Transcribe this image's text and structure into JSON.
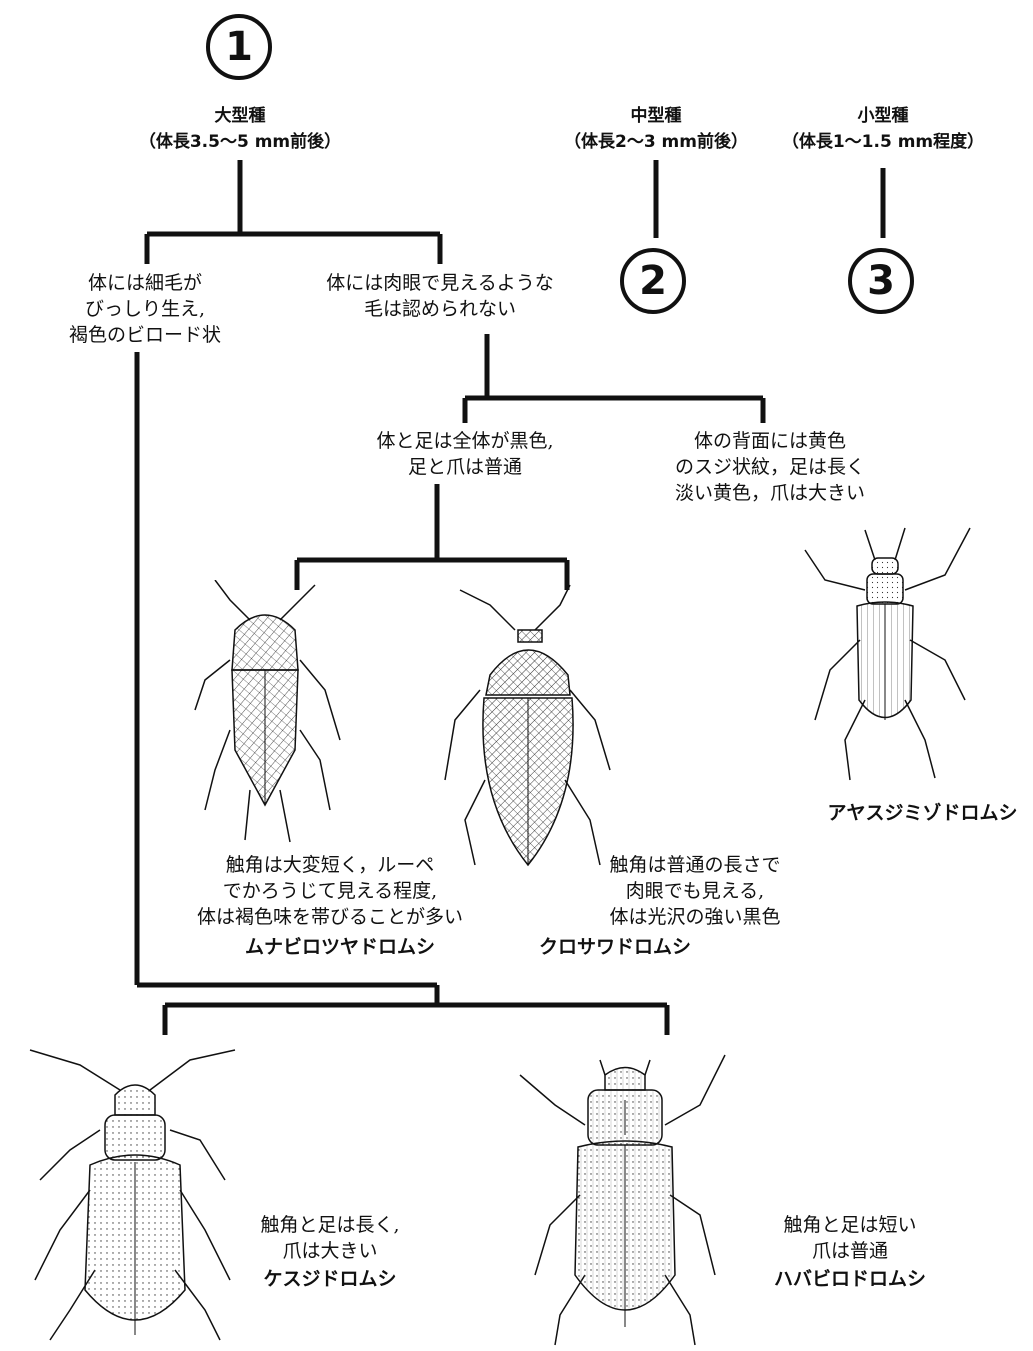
{
  "groups": {
    "g1": {
      "number": "1",
      "title": "大型種",
      "size": "（体長3.5〜5 mm前後）"
    },
    "g2": {
      "number": "2",
      "title": "中型種",
      "size": "（体長2〜3 mm前後）"
    },
    "g3": {
      "number": "3",
      "title": "小型種",
      "size": "（体長1〜1.5 mm程度）"
    }
  },
  "branches": {
    "hairy": "体には細毛が\nびっしり生え,\n褐色のビロード状",
    "no_hair": "体には肉眼で見えるような\n毛は認められない",
    "all_black": "体と足は全体が黒色,\n足と爪は普通",
    "yellow_stripe": "体の背面には黄色\nのスジ状紋，足は長く\n淡い黄色，爪は大きい",
    "short_antenna": "触角は大変短く，ルーペ\nでかろうじて見える程度,\n体は褐色味を帯びることが多い",
    "normal_antenna": "触角は普通の長さで\n肉眼でも見える,\n体は光沢の強い黒色",
    "long_legs": "触角と足は長く,\n爪は大きい",
    "short_legs": "触角と足は短い\n爪は普通"
  },
  "species": {
    "ayasujimizo": "アヤスジミゾドロムシ",
    "munabiro": "ムナビロツヤドロムシ",
    "kurosawa": "クロサワドロムシ",
    "kesuji": "ケスジドロムシ",
    "hababiro": "ハバビロドロムシ"
  },
  "colors": {
    "ink": "#111111",
    "paper": "#ffffff"
  }
}
